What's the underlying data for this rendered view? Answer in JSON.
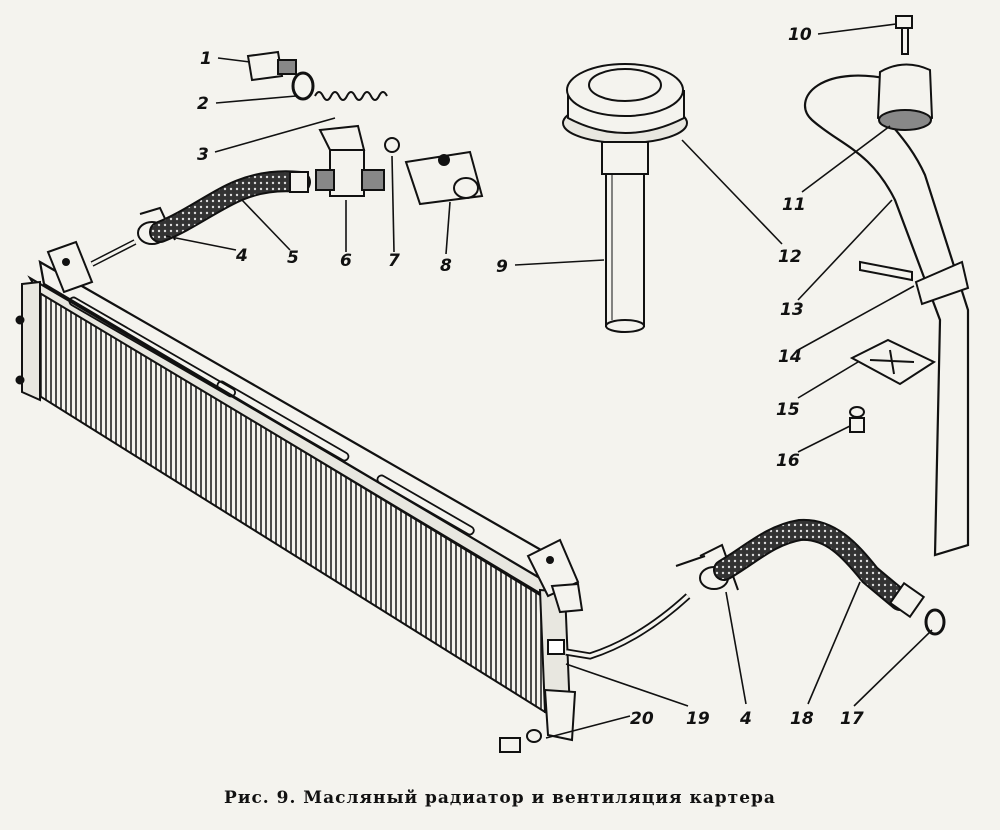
{
  "figure": {
    "caption": "Рис. 9. Масляный радиатор и вентиляция картера",
    "labels": [
      "1",
      "2",
      "3",
      "4",
      "4",
      "5",
      "6",
      "7",
      "8",
      "9",
      "10",
      "11",
      "12",
      "13",
      "14",
      "15",
      "16",
      "17",
      "18",
      "19",
      "20"
    ]
  },
  "colors": {
    "ink": "#111111",
    "paper": "#f4f3ee"
  }
}
